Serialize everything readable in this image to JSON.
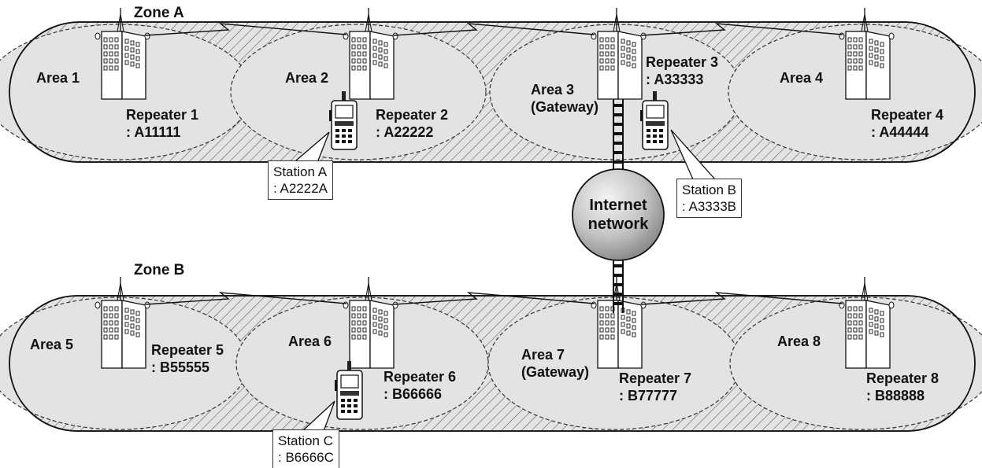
{
  "zones": [
    {
      "name": "Zone A",
      "areas": [
        "Area 1",
        "Area 2",
        "Area 3",
        "(Gateway)",
        "Area 4"
      ],
      "repeaters": [
        {
          "label": "Repeater 1",
          "call": ": A11111"
        },
        {
          "label": "Repeater 2",
          "call": ": A22222"
        },
        {
          "label": "Repeater 3",
          "call": ": A33333"
        },
        {
          "label": "Repeater 4",
          "call": ": A44444"
        }
      ],
      "stations": [
        {
          "label": "Station A",
          "call": ": A2222A"
        },
        {
          "label": "Station B",
          "call": ": A3333B"
        }
      ]
    },
    {
      "name": "Zone B",
      "areas": [
        "Area 5",
        "Area 6",
        "Area 7",
        "(Gateway)",
        "Area 8"
      ],
      "repeaters": [
        {
          "label": "Repeater 5",
          "call": ": B55555"
        },
        {
          "label": "Repeater 6",
          "call": ": B66666"
        },
        {
          "label": "Repeater 7",
          "call": ": B77777"
        },
        {
          "label": "Repeater 8",
          "call": ": B88888"
        }
      ],
      "stations": [
        {
          "label": "Station C",
          "call": ": B6666C"
        }
      ]
    }
  ],
  "internet": {
    "line1": "Internet",
    "line2": "network"
  },
  "colors": {
    "zone_fill": "#e3e3e3",
    "hatch": "#555555",
    "stroke": "#111111",
    "sphere_light": "#f2f2f2",
    "sphere_dark": "#8a8a8a"
  }
}
